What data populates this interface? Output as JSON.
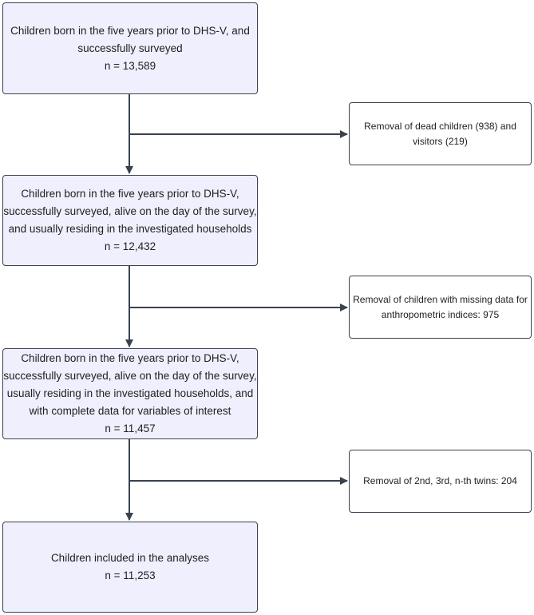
{
  "boxes": [
    {
      "lines": [
        "Children born in the five years prior to DHS-V, and",
        "successfully surveyed"
      ],
      "count": "n = 13,589"
    },
    {
      "lines": [
        "Children born in the five years prior to DHS-V,",
        "successfully surveyed, alive on the day of the survey,",
        "and usually residing in the investigated households"
      ],
      "count": "n = 12,432"
    },
    {
      "lines": [
        "Children born in the five years prior to DHS-V,",
        "successfully surveyed, alive on the day of the survey,",
        "usually residing in the investigated households, and",
        "with complete data for variables of interest"
      ],
      "count": "n = 11,457"
    },
    {
      "lines": [
        "Children included in the analyses"
      ],
      "count": "n = 11,253"
    }
  ],
  "exclusions": [
    {
      "lines": [
        "Removal of dead children (938) and",
        "visitors (219)"
      ]
    },
    {
      "lines": [
        "Removal of children with missing data for",
        "anthropometric indices: 975"
      ]
    },
    {
      "lines": [
        "Removal of 2nd, 3rd, n-th twins: 204"
      ]
    }
  ],
  "colors": {
    "main_box_fill": "#efeffd",
    "border": "#3a4250",
    "arrow": "#3a4250"
  }
}
